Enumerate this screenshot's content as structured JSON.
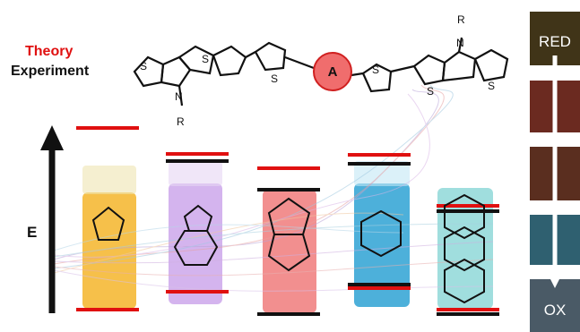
{
  "legend": {
    "theory_label": "Theory",
    "experiment_label": "Experiment",
    "theory_color": "#e01010",
    "experiment_color": "#111111"
  },
  "axis": {
    "energy_label": "E"
  },
  "molecule": {
    "acceptor_label": "A",
    "r_label": "R",
    "s_label": "S",
    "n_label": "N",
    "acceptor_fill": "#f06d6d"
  },
  "redox_strip": {
    "top_label": "RED",
    "bottom_label": "OX",
    "block_colors": [
      "#403418",
      "#6b2a20",
      "#5a2e1f",
      "#2f6070",
      "#4a5a66"
    ]
  },
  "acceptors": [
    {
      "id": "thiadiazole",
      "solution_color": "#f5b52a"
    },
    {
      "id": "benzothiadiazole",
      "solution_color": "#c69be8"
    },
    {
      "id": "diketopyrrolopyrrole",
      "solution_color": "#f07b7b"
    },
    {
      "id": "tetrazine",
      "solution_color": "#3aa7d6"
    },
    {
      "id": "naphthalene-diimide",
      "solution_color": "#8fd8d8"
    }
  ]
}
